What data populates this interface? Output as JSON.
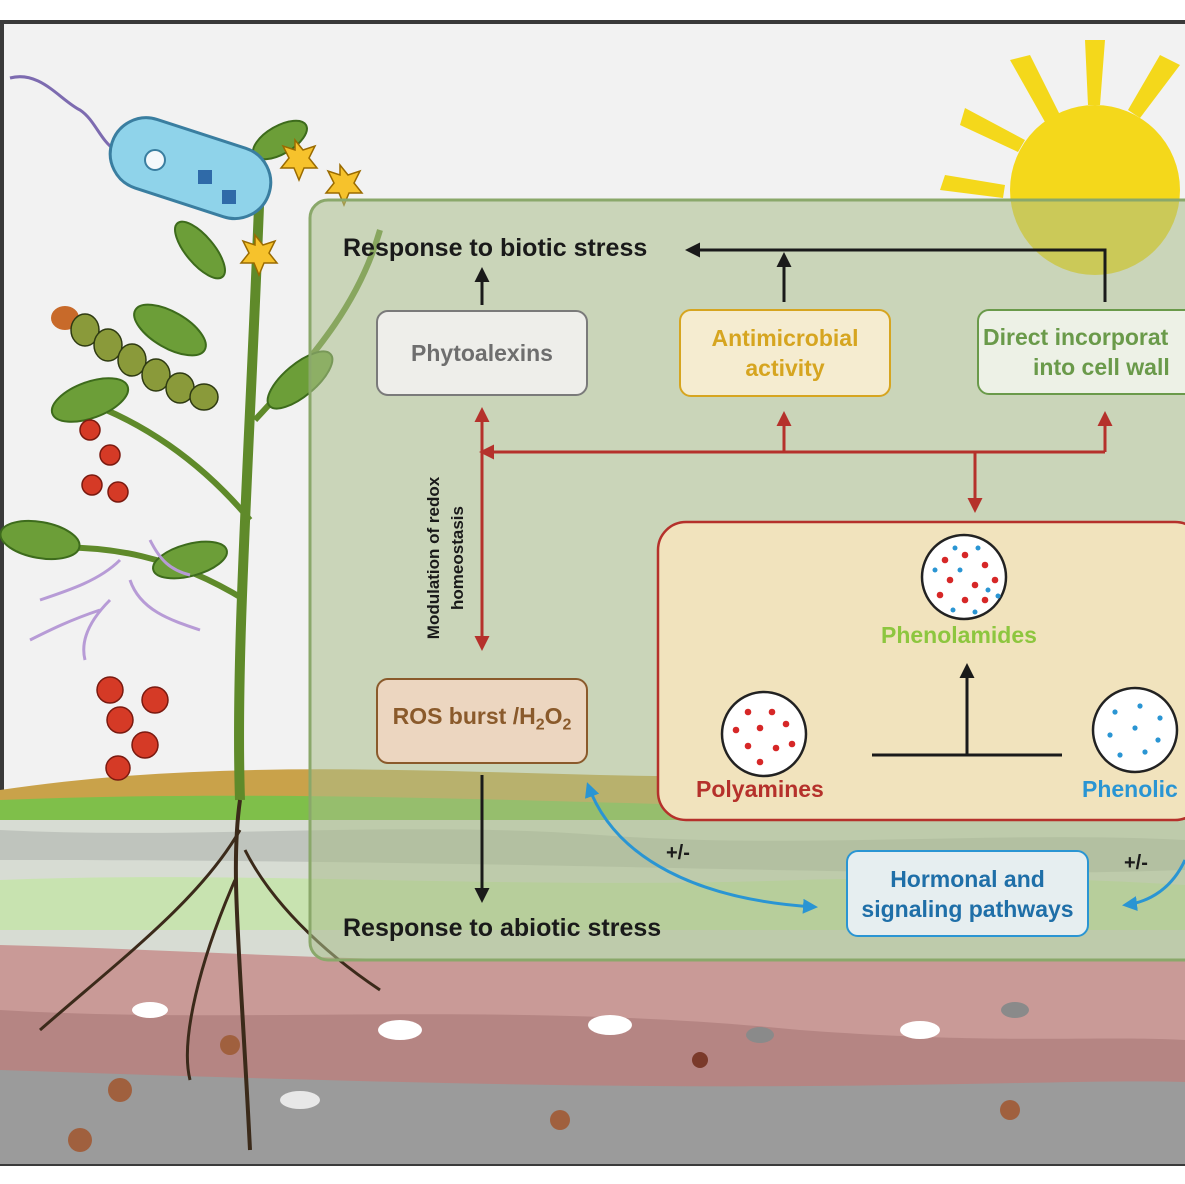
{
  "labels": {
    "biotic": "Response to biotic stress",
    "abiotic": "Response to abiotic stress",
    "redox_line1": "Modulation of redox",
    "redox_line2": "homeostasis",
    "plus_minus_left": "+/-",
    "plus_minus_right": "+/-"
  },
  "boxes": {
    "phytoalexins": "Phytoalexins",
    "antimicrobial_line1": "Antimicrobial",
    "antimicrobial_line2": "activity",
    "cellwall_line1": "Direct incorporat",
    "cellwall_line2": "into cell wall",
    "ros_main": "ROS burst /H",
    "ros_sub1": "2",
    "ros_o": "O",
    "ros_sub2": "2",
    "hormonal_line1": "Hormonal and",
    "hormonal_line2": "signaling pathways"
  },
  "compounds": {
    "phenolamides": "Phenolamides",
    "polyamines": "Polyamines",
    "phenolics": "Phenolic"
  },
  "colors": {
    "panel": "#a9be8a",
    "biosynthesis_box": "#f1e3bd",
    "red_arrow": "#b5312b",
    "blue_arrow": "#2a95d3",
    "phenolamides": "#8dc63f",
    "polyamines": "#b5312b",
    "phenolics": "#2a95d3",
    "antimicrobial": "#d6a520",
    "cellwall": "#6a9a4a",
    "ros": "#8a5a2b"
  }
}
